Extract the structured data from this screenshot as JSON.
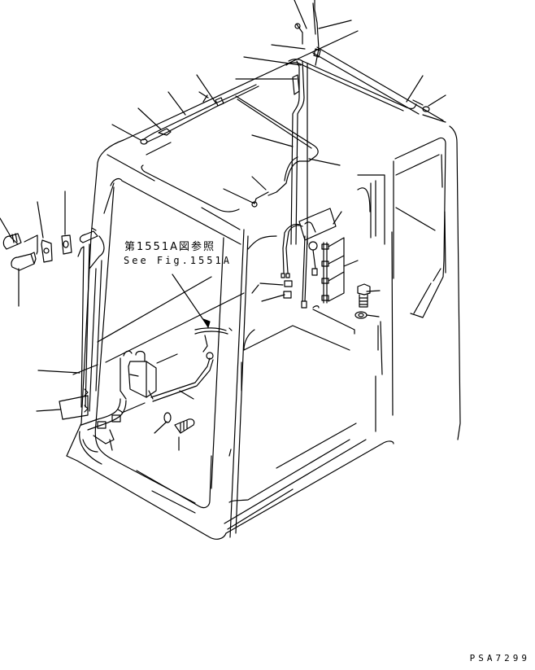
{
  "diagram": {
    "type": "exploded-parts-view",
    "subject": "Operator cab wiring harness and washer tank",
    "reference_note": {
      "japanese": "第1551A図参照",
      "english": "See Fig.1551A"
    },
    "drawing_id": "PSA7299",
    "colors": {
      "line": "#000000",
      "background": "#ffffff"
    },
    "components": [
      {
        "name": "cab-frame"
      },
      {
        "name": "roof-harness"
      },
      {
        "name": "pillar-harness"
      },
      {
        "name": "relay-bracket-with-connectors"
      },
      {
        "name": "washer-tank"
      },
      {
        "name": "washer-hose"
      },
      {
        "name": "door-lock-striker"
      },
      {
        "name": "bolts-and-washers"
      },
      {
        "name": "clips"
      }
    ]
  }
}
